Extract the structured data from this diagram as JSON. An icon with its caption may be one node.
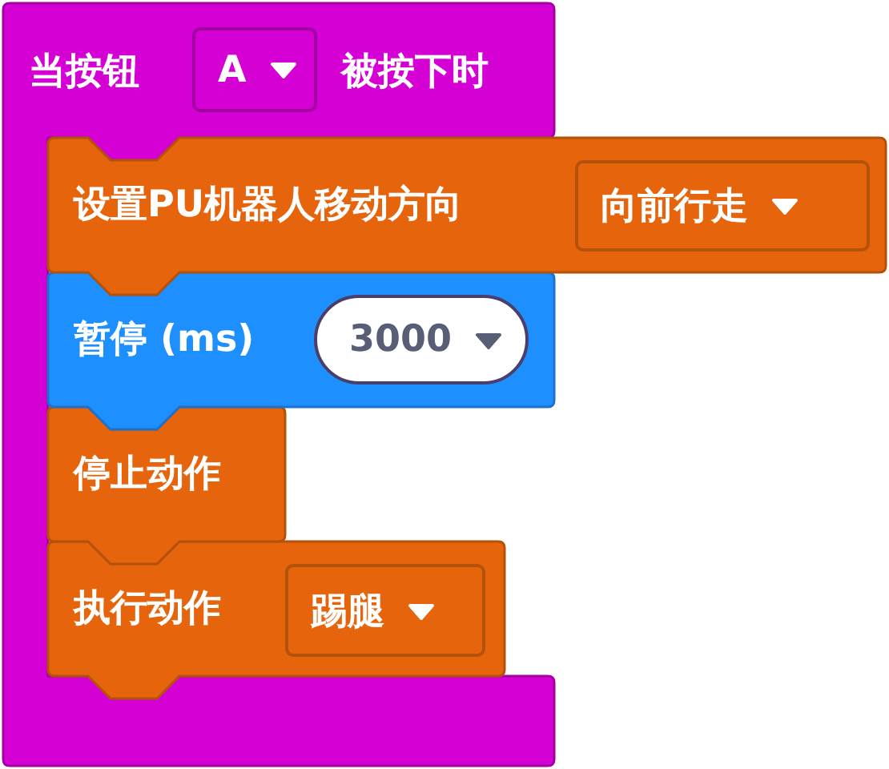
{
  "diagram": {
    "nodes": [
      {
        "text": [
          "当按钮",
          "被按下时"
        ]
      },
      {
        "text": [
          "A"
        ],
        "in": 0
      },
      {
        "text": [
          "设置PU机器人移动方向"
        ]
      },
      {
        "text": [
          "向前行走"
        ],
        "in": 2
      },
      {
        "text": [
          "暂停 (ms)"
        ],
        "in": 0
      },
      {
        "text": [
          "3000"
        ],
        "in": 4
      },
      {
        "text": [
          "停止动作"
        ],
        "in": 0
      },
      {
        "text": [
          "执行动作"
        ],
        "in": 0
      },
      {
        "text": [
          "踢腿"
        ],
        "in": 7
      }
    ]
  }
}
